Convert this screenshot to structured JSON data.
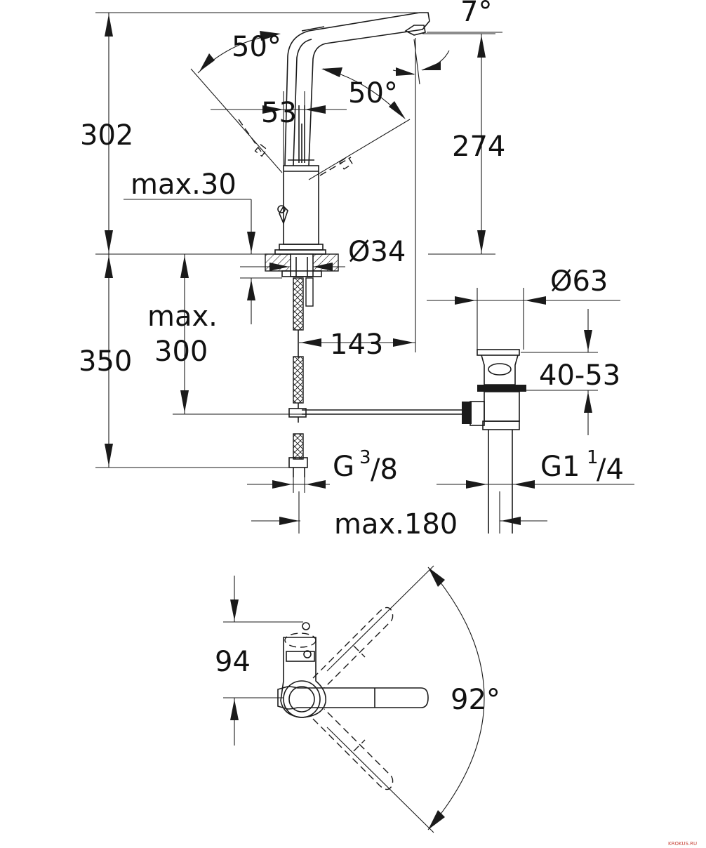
{
  "labels": {
    "angle_7": "7°",
    "angle_50_top": "50°",
    "angle_50_right": "50°",
    "dim_53": "53",
    "dim_302": "302",
    "dim_274": "274",
    "max_30": "max.30",
    "dia_34": "Ø34",
    "dia_63": "Ø63",
    "max_300_line1": "max.",
    "max_300_line2": "300",
    "dim_143": "143",
    "dim_350": "350",
    "dim_40_53": "40-53",
    "thread_left_main": "G",
    "thread_left_sup": "3",
    "thread_left_sub": "/8",
    "thread_right_main": "G1",
    "thread_right_sup": "1",
    "thread_right_sub": "/4",
    "max_180": "max.180",
    "dim_94": "94",
    "angle_92": "92°"
  },
  "watermark": "KROKUS.RU"
}
